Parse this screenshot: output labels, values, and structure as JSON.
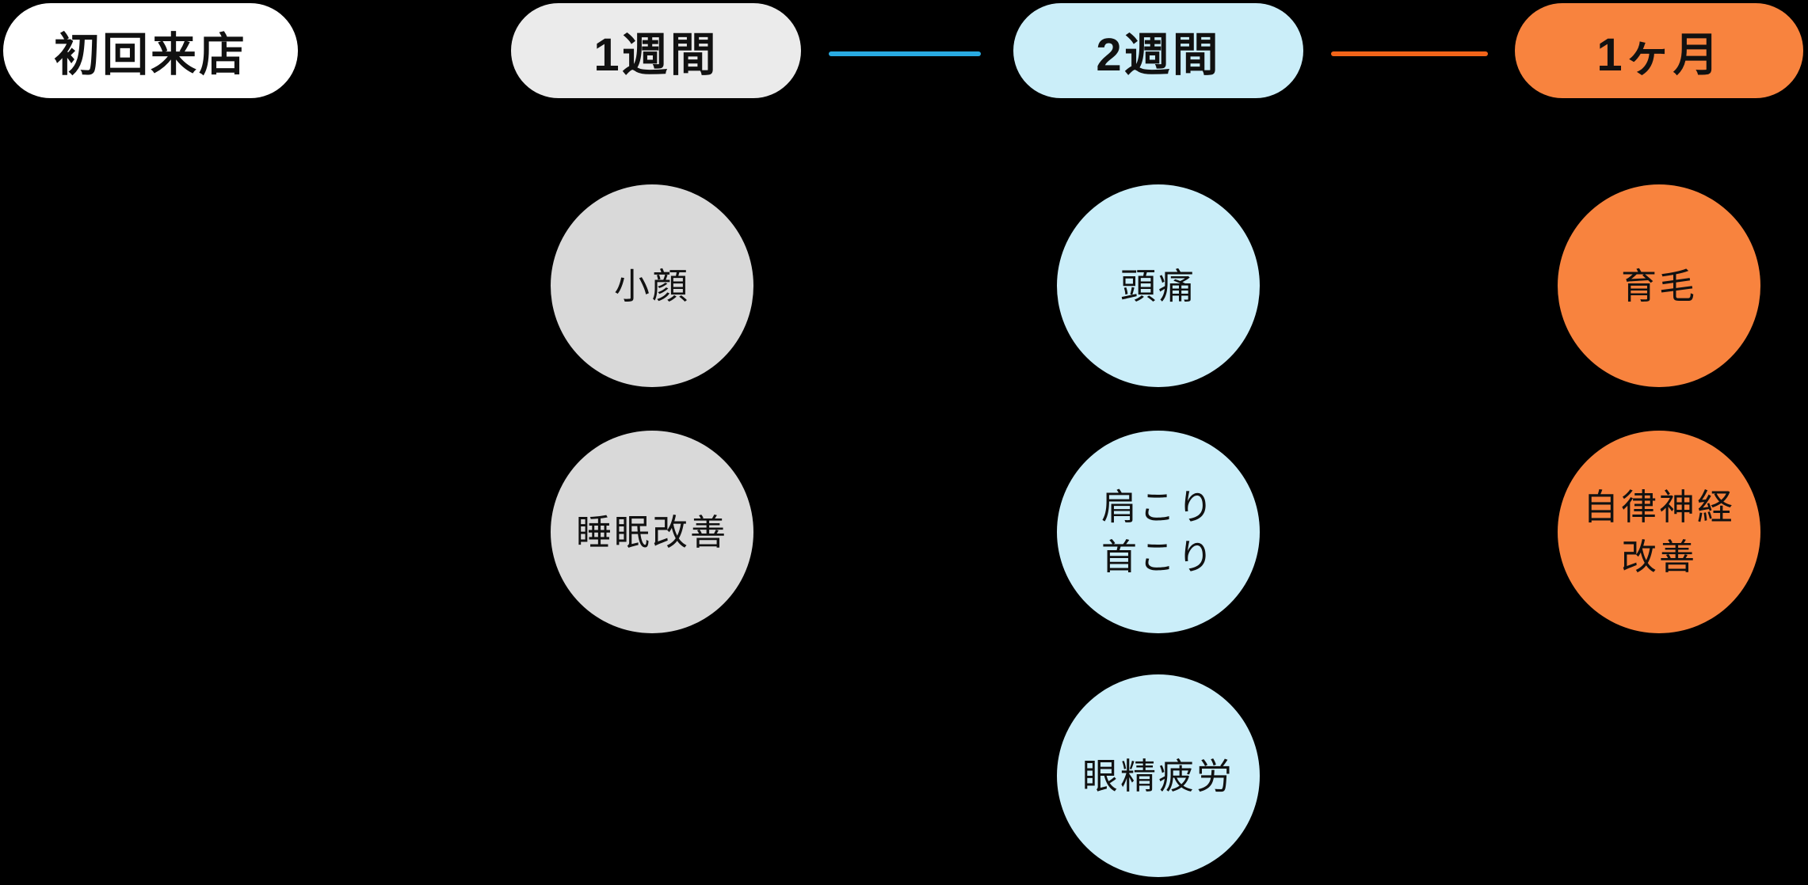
{
  "diagram": {
    "background_color": "#000000",
    "text_color": "#111111",
    "start_label": "初回来店",
    "start_pill_color": "#ffffff",
    "stages": [
      {
        "label": "1週間",
        "pill_color": "#ebebeb",
        "circle_color": "#d9d9d9",
        "effects": [
          "小顔",
          "睡眠改善"
        ]
      },
      {
        "label": "2週間",
        "pill_color": "#cbeef9",
        "circle_color": "#cbeef9",
        "effects": [
          "頭痛",
          "肩こり\n首こり",
          "眼精疲労"
        ]
      },
      {
        "label": "1ヶ月",
        "pill_color": "#f8833e",
        "circle_color": "#f8833e",
        "effects": [
          "育毛",
          "自律神経\n改善"
        ]
      }
    ],
    "connectors": [
      {
        "from": "1週間",
        "to": "2週間",
        "color": "#29abe2"
      },
      {
        "from": "2週間",
        "to": "1ヶ月",
        "color": "#f26419"
      }
    ]
  }
}
